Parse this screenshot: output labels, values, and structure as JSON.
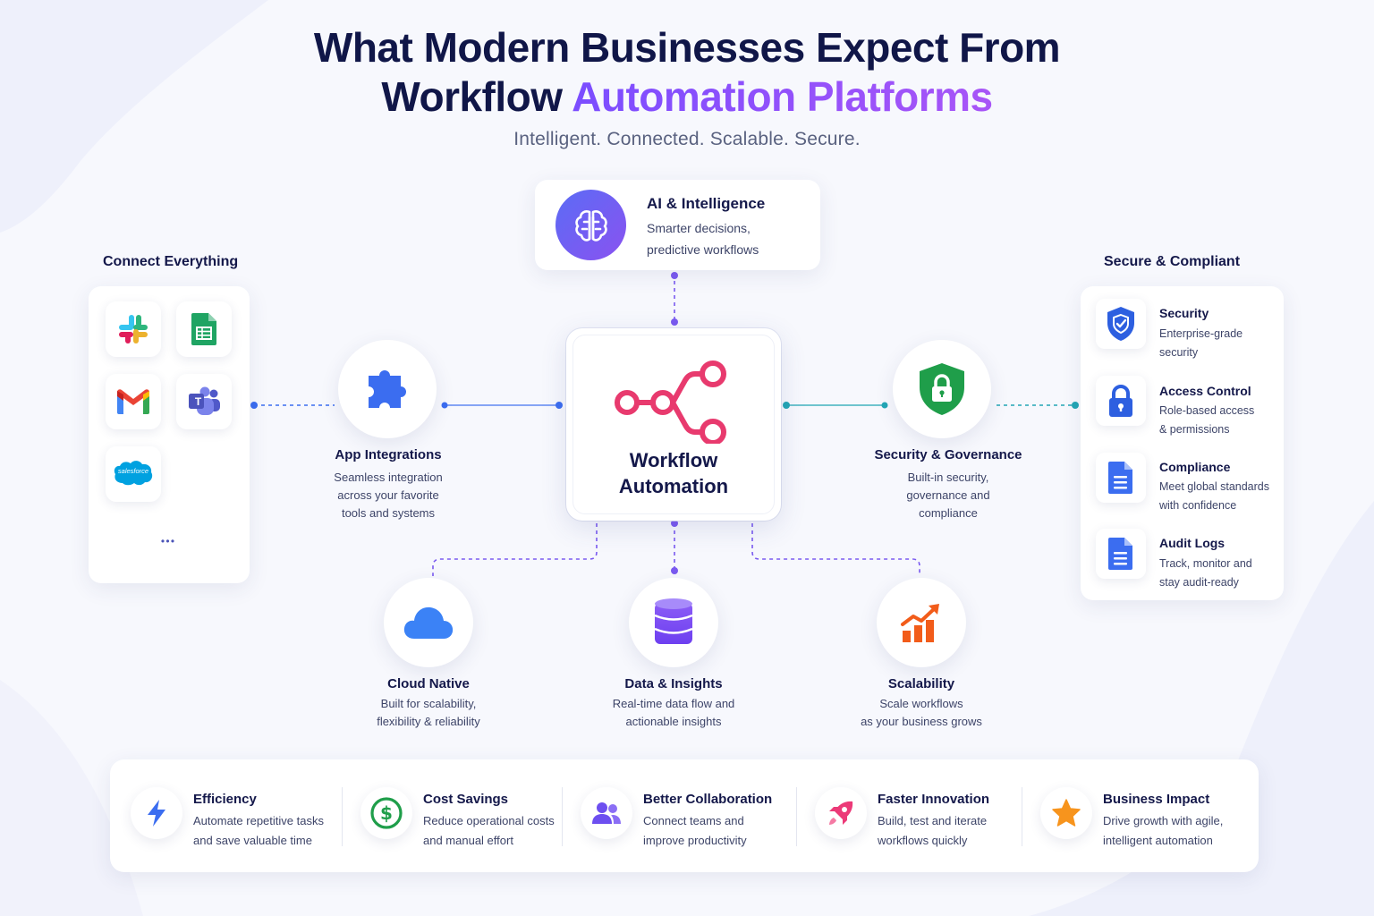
{
  "header": {
    "title_line1": "What Modern Businesses Expect From",
    "title_line2_plain": "Workflow ",
    "title_line2_accent": "Automation Platforms",
    "subtitle": "Intelligent. Connected. Scalable. Secure."
  },
  "ai": {
    "title": "AI & Intelligence",
    "desc_line1": "Smarter decisions,",
    "desc_line2": "predictive workflows"
  },
  "connect": {
    "title": "Connect Everything",
    "apps": [
      "slack-icon",
      "google-sheets-icon",
      "gmail-icon",
      "teams-icon",
      "salesforce-icon"
    ],
    "salesforce_text": "salesforce",
    "teams_letter": "T",
    "more": "• • •"
  },
  "center": {
    "line1": "Workflow",
    "line2": "Automation"
  },
  "nodes": {
    "app_integrations": {
      "title": "App Integrations",
      "desc": [
        "Seamless integration",
        "across your favorite",
        "tools and systems"
      ]
    },
    "security_governance": {
      "title": "Security & Governance",
      "desc": [
        "Built-in security,",
        "governance and",
        "compliance"
      ]
    },
    "cloud_native": {
      "title": "Cloud Native",
      "desc": [
        "Built for scalability,",
        "flexibility & reliability"
      ]
    },
    "data_insights": {
      "title": "Data & Insights",
      "desc": [
        "Real-time data flow and",
        "actionable insights"
      ]
    },
    "scalability": {
      "title": "Scalability",
      "desc": [
        "Scale workflows",
        "as your business grows"
      ]
    }
  },
  "secure": {
    "title": "Secure & Compliant",
    "items": [
      {
        "title": "Security",
        "desc": [
          "Enterprise-grade",
          "security"
        ],
        "icon": "shield-check-icon"
      },
      {
        "title": "Access Control",
        "desc": [
          "Role-based access",
          "& permissions"
        ],
        "icon": "padlock-icon"
      },
      {
        "title": "Compliance",
        "desc": [
          "Meet global standards",
          "with confidence"
        ],
        "icon": "document-icon"
      },
      {
        "title": "Audit Logs",
        "desc": [
          "Track, monitor and",
          "stay audit-ready"
        ],
        "icon": "document-icon"
      }
    ]
  },
  "benefits": [
    {
      "title": "Efficiency",
      "desc": [
        "Automate repetitive tasks",
        "and save valuable time"
      ],
      "icon": "lightning-icon"
    },
    {
      "title": "Cost Savings",
      "desc": [
        "Reduce operational costs",
        "and manual effort"
      ],
      "icon": "dollar-icon"
    },
    {
      "title": "Better Collaboration",
      "desc": [
        "Connect teams and",
        "improve productivity"
      ],
      "icon": "users-icon"
    },
    {
      "title": "Faster Innovation",
      "desc": [
        "Build, test and iterate",
        "workflows quickly"
      ],
      "icon": "rocket-icon"
    },
    {
      "title": "Business Impact",
      "desc": [
        "Drive growth with agile,",
        "intelligent automation"
      ],
      "icon": "star-icon"
    }
  ],
  "colors": {
    "navy": "#101648",
    "accent_purple": "#7b4dff",
    "connector_blue": "#3b6df0",
    "connector_teal": "#23a6b5",
    "connector_purple": "#7a5af0",
    "workflow_pink": "#e83a6e",
    "security_green": "#1f9e4a",
    "scalability_orange": "#f25c1a"
  }
}
